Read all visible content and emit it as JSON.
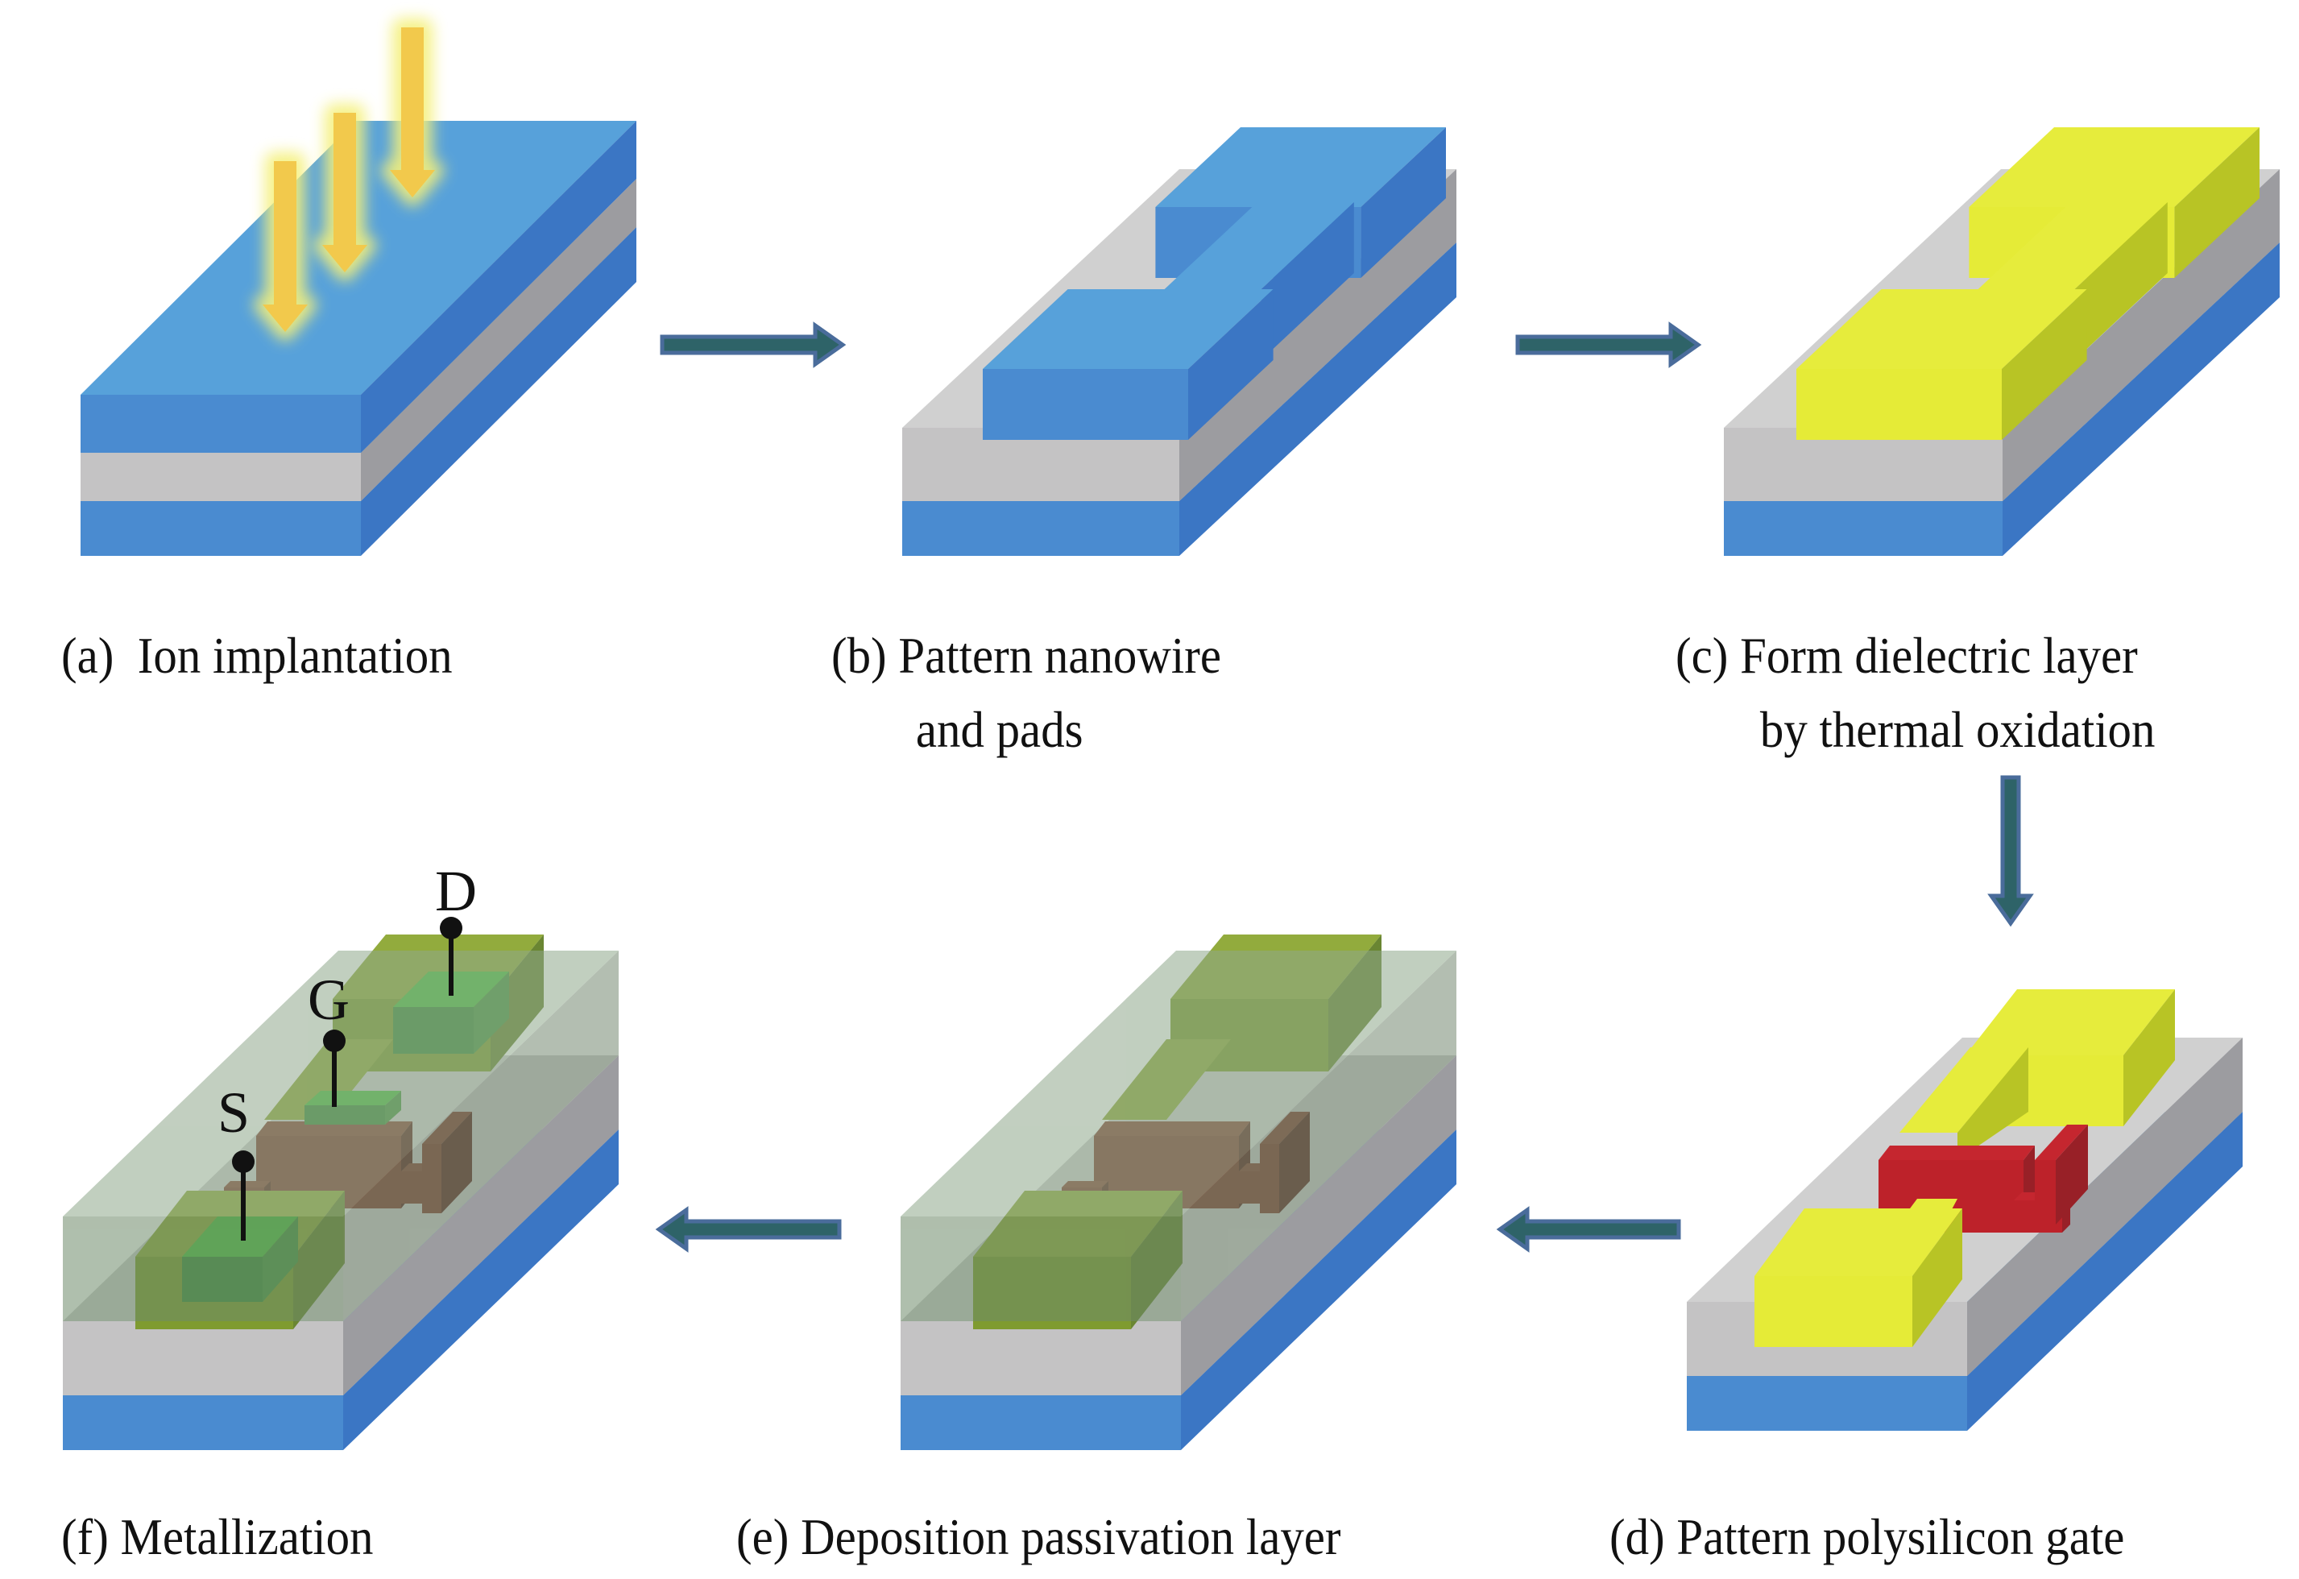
{
  "figure": {
    "title": "Fabrication process of a nanowire transistor",
    "steps": [
      {
        "id": "a",
        "label": "(a)",
        "lines": [
          "Ion implantation"
        ]
      },
      {
        "id": "b",
        "label": "(b)",
        "lines": [
          "Pattern nanowire",
          "and pads"
        ]
      },
      {
        "id": "c",
        "label": "(c)",
        "lines": [
          "Form dielectric layer",
          "by thermal oxidation"
        ]
      },
      {
        "id": "d",
        "label": "(d)",
        "lines": [
          "Pattern polysilicon gate"
        ]
      },
      {
        "id": "e",
        "label": "(e)",
        "lines": [
          "Deposition passivation layer"
        ]
      },
      {
        "id": "f",
        "label": "(f)",
        "lines": [
          "Metallization"
        ]
      }
    ],
    "flow": [
      "a",
      "b",
      "c",
      "d",
      "e",
      "f"
    ],
    "terminals": {
      "source": "S",
      "gate": "G",
      "drain": "D"
    }
  },
  "colors": {
    "substrate_top": "#57a1da",
    "substrate_front": "#4a8bd0",
    "substrate_side": "#3b76c4",
    "oxide_top": "#d0d0d0",
    "oxide_front": "#c4c3c4",
    "oxide_side": "#9c9ca0",
    "nanowire_top": "#57a1da",
    "nanowire_front": "#4a8bd0",
    "nanowire_side": "#3b76c4",
    "dielectric_top": "#e6ec3c",
    "dielectric_front": "#e5eb37",
    "dielectric_side": "#b8c425",
    "gate_top": "#c5262f",
    "gate_front": "#bd222a",
    "gate_side": "#982027",
    "passivation": "#6e8a6a",
    "metal_top": "#50c044",
    "metal_front": "#3f8c3c",
    "metal_side": "#4a9443",
    "ion_beam": "#f2c94c",
    "ion_glow": "#f4f07a",
    "process_arrow": "#2e6368",
    "process_arrow_edge": "#4a6c9b"
  }
}
